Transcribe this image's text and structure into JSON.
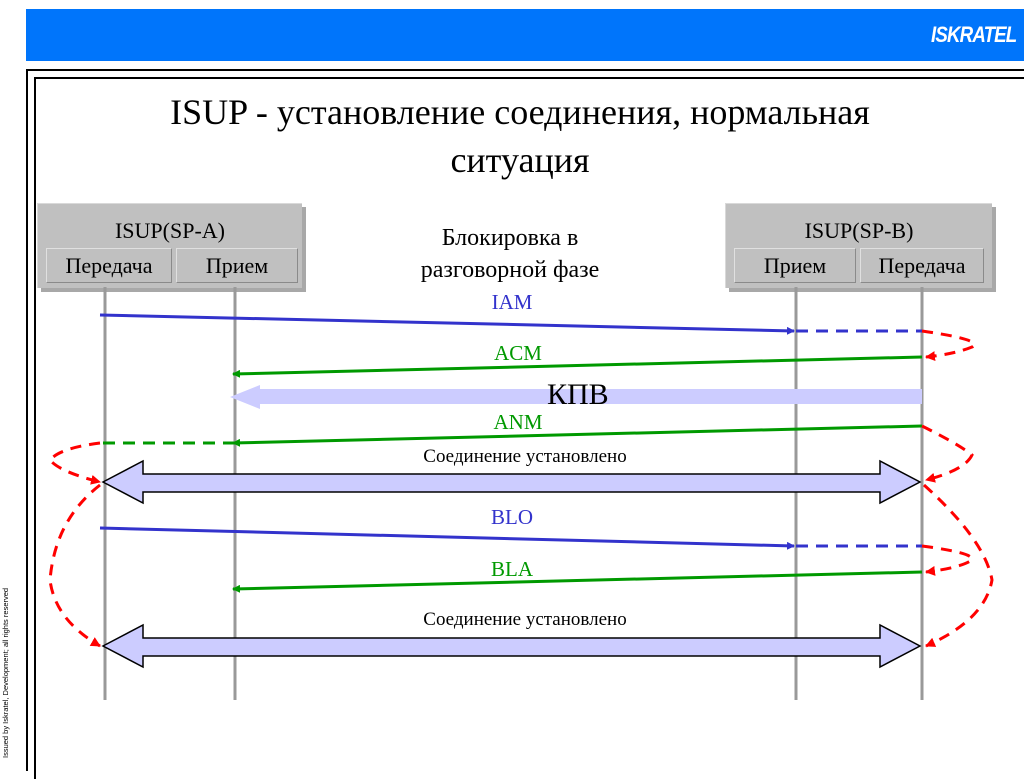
{
  "header": {
    "brand": "ISKRATEL",
    "brand_color": "#0075fb"
  },
  "side_note": "Issued by Iskratel, Development; all rights reserved",
  "title": {
    "line1": "ISUP - установление соединения, нормальная",
    "line2": "ситуация"
  },
  "center_label": {
    "line1": "Блокировка в",
    "line2": "разговорной фазе"
  },
  "nodes": {
    "a": {
      "title": "ISUP(SP-A)",
      "left": "Передача",
      "right": "Прием"
    },
    "b": {
      "title": "ISUP(SP-B)",
      "left": "Прием",
      "right": "Передача"
    }
  },
  "messages": {
    "iam": "IAM",
    "acm": "ACM",
    "kpv": "КПВ",
    "anm": "ANM",
    "connected1": "Соединение установлено",
    "blo": "BLO",
    "bla": "BLA",
    "connected2": "Соединение установлено"
  },
  "colors": {
    "forward": "#3333cc",
    "backward": "#009900",
    "internal": "#ff0000",
    "bidirectional_fill": "#ccccff",
    "lifeline": "#999999"
  }
}
